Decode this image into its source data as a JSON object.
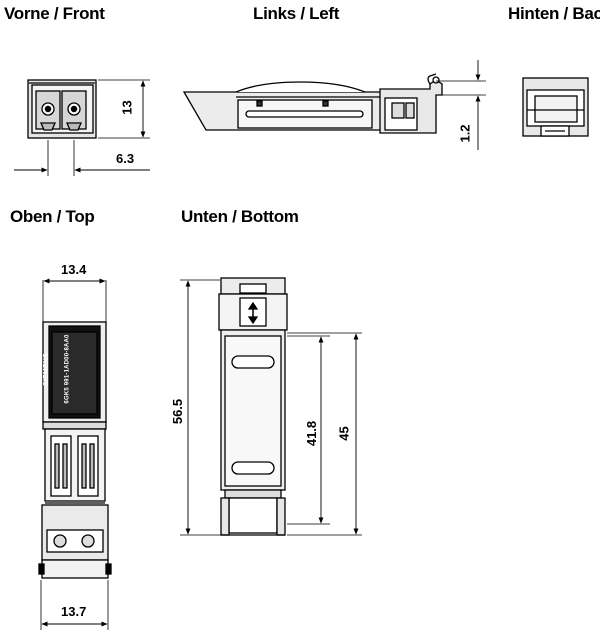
{
  "views": {
    "front": "Vorne / Front",
    "left": "Links / Left",
    "back": "Hinten / Back",
    "top": "Oben / Top",
    "bottom": "Unten / Bottom"
  },
  "dimensions": {
    "front_height": "13",
    "front_width": "6.3",
    "left_latch": "1.2",
    "top_width_upper": "13.4",
    "top_width_lower": "13.7",
    "bottom_total": "56.5",
    "bottom_mid": "41.8",
    "bottom_inner": "45"
  },
  "product_label": {
    "brand": "SIEMENS",
    "order_number": "6GK5 991-1AD00-8AA0"
  }
}
